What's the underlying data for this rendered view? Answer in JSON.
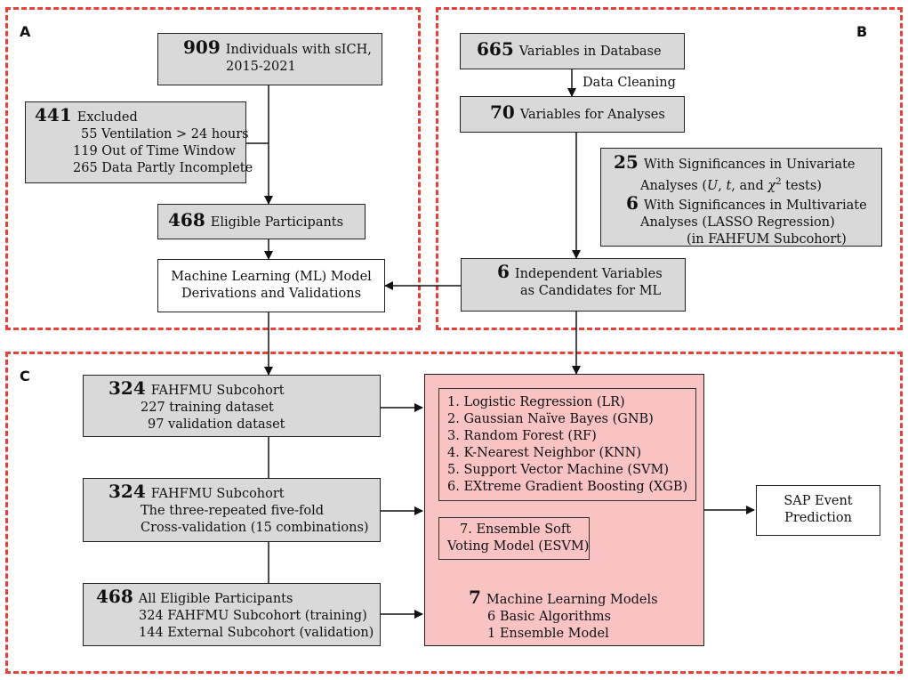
{
  "panels": {
    "a": "A",
    "b": "B",
    "c": "C"
  },
  "a": {
    "individuals": {
      "num": "909",
      "line1": "Individuals with sICH,",
      "line2": "2015-2021"
    },
    "excluded": {
      "num": "441",
      "title": "Excluded",
      "items": [
        "55 Ventilation > 24 hours",
        "119 Out of Time Window",
        "265 Data Partly Incomplete"
      ]
    },
    "eligible": {
      "num": "468",
      "label": "Eligible Participants"
    },
    "ml_model": {
      "line1": "Machine Learning (ML) Model",
      "line2": "Derivations and Validations"
    }
  },
  "b": {
    "database": {
      "num": "665",
      "label": "Variables in Database"
    },
    "cleaning_label": "Data Cleaning",
    "analyses": {
      "num": "70",
      "label": "Variables for Analyses"
    },
    "significance": {
      "num1": "25",
      "line1": "With Significances in Univariate",
      "line2_pre": "Analyses (",
      "line2_u": "U",
      "line2_mid1": ", ",
      "line2_t": "t",
      "line2_mid2": ", and ",
      "line2_chi": "χ",
      "line2_sup": "2",
      "line2_post": " tests)",
      "num2": "6",
      "line3": "With Significances in Multivariate",
      "line4": "Analyses (LASSO Regression)",
      "line5": "(in FAHFUM Subcohort)"
    },
    "independent": {
      "num": "6",
      "line1": "Independent Variables",
      "line2": "as Candidates for ML"
    }
  },
  "c": {
    "cohort1": {
      "num": "324",
      "title": "FAHFMU Subcohort",
      "items": [
        "227 training dataset",
        "97 validation dataset"
      ]
    },
    "cohort2": {
      "num": "324",
      "title": "FAHFMU Subcohort",
      "items": [
        "The three-repeated five-fold",
        "Cross-validation (15 combinations)"
      ]
    },
    "cohort3": {
      "num": "468",
      "title": "All Eligible Participants",
      "items": [
        "324 FAHFMU Subcohort (training)",
        "144 External Subcohort (validation)"
      ]
    },
    "algorithms": [
      "1. Logistic Regression (LR)",
      "2. Gaussian Naïve Bayes (GNB)",
      "3. Random Forest (RF)",
      "4. K-Nearest Neighbor (KNN)",
      "5. Support Vector Machine (SVM)",
      "6. EXtreme Gradient Boosting (XGB)"
    ],
    "ensemble": {
      "line1": "7. Ensemble Soft",
      "line2": "Voting Model (ESVM)"
    },
    "models": {
      "num": "7",
      "title": "Machine Learning Models",
      "line1": "6 Basic Algorithms",
      "line2": "1 Ensemble Model"
    },
    "prediction": {
      "line1": "SAP Event",
      "line2": "Prediction"
    }
  },
  "colors": {
    "dash": "#e8413a",
    "box_fill": "#d9d9d9",
    "pink_fill": "#f9c3c4"
  }
}
